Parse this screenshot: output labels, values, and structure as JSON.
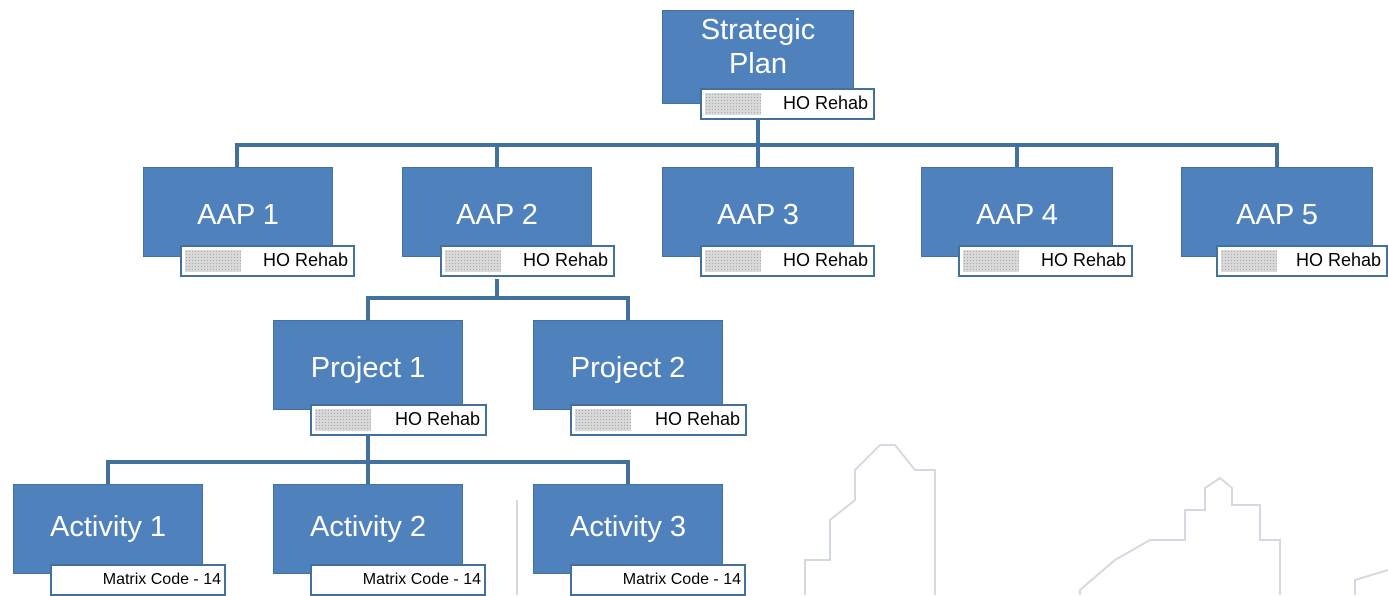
{
  "nodes": {
    "strategic_plan": {
      "title": "Strategic Plan",
      "sub": "HO Rehab"
    },
    "aap1": {
      "title": "AAP 1",
      "sub": "HO Rehab"
    },
    "aap2": {
      "title": "AAP 2",
      "sub": "HO Rehab"
    },
    "aap3": {
      "title": "AAP 3",
      "sub": "HO Rehab"
    },
    "aap4": {
      "title": "AAP 4",
      "sub": "HO Rehab"
    },
    "aap5": {
      "title": "AAP 5",
      "sub": "HO Rehab"
    },
    "project1": {
      "title": "Project 1",
      "sub": "HO Rehab"
    },
    "project2": {
      "title": "Project 2",
      "sub": "HO Rehab"
    },
    "activity1": {
      "title": "Activity 1",
      "sub": "Matrix Code - 14"
    },
    "activity2": {
      "title": "Activity 2",
      "sub": "Matrix Code - 14"
    },
    "activity3": {
      "title": "Activity 3",
      "sub": "Matrix Code - 14"
    }
  },
  "colors": {
    "box_fill": "#4f81bd",
    "box_border": "#41719c",
    "connector": "#41719c",
    "skyline": "#d3d9e2"
  }
}
